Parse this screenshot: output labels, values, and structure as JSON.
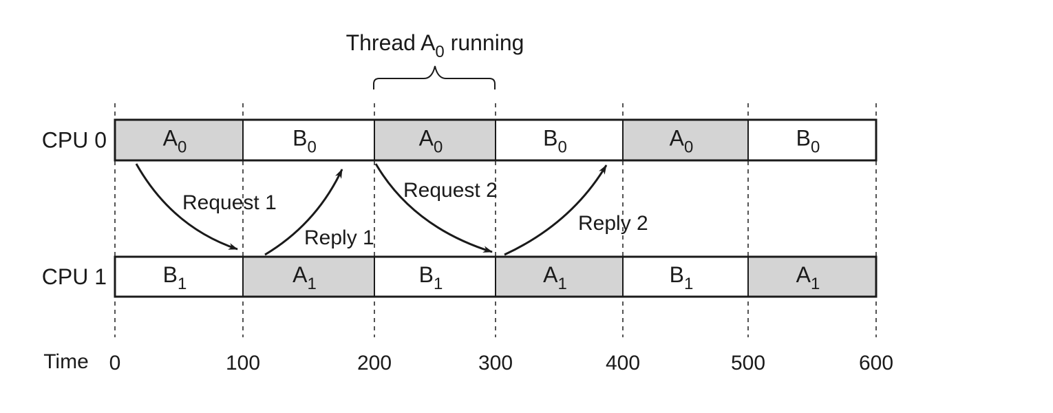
{
  "brace_label": {
    "prefix": "Thread A",
    "subscript": "0",
    "suffix": " running"
  },
  "rows": [
    {
      "label": "CPU 0",
      "blocks": [
        {
          "main": "A",
          "sub": "0",
          "shaded": true
        },
        {
          "main": "B",
          "sub": "0",
          "shaded": false
        },
        {
          "main": "A",
          "sub": "0",
          "shaded": true
        },
        {
          "main": "B",
          "sub": "0",
          "shaded": false
        },
        {
          "main": "A",
          "sub": "0",
          "shaded": true
        },
        {
          "main": "B",
          "sub": "0",
          "shaded": false
        }
      ]
    },
    {
      "label": "CPU 1",
      "blocks": [
        {
          "main": "B",
          "sub": "1",
          "shaded": false
        },
        {
          "main": "A",
          "sub": "1",
          "shaded": true
        },
        {
          "main": "B",
          "sub": "1",
          "shaded": false
        },
        {
          "main": "A",
          "sub": "1",
          "shaded": true
        },
        {
          "main": "B",
          "sub": "1",
          "shaded": false
        },
        {
          "main": "A",
          "sub": "1",
          "shaded": true
        }
      ]
    }
  ],
  "arrows": [
    {
      "label": "Request 1",
      "direction": "down"
    },
    {
      "label": "Reply 1",
      "direction": "up"
    },
    {
      "label": "Request 2",
      "direction": "down"
    },
    {
      "label": "Reply 2",
      "direction": "up"
    }
  ],
  "time_axis": {
    "label": "Time",
    "ticks": [
      "0",
      "100",
      "200",
      "300",
      "400",
      "500",
      "600"
    ]
  },
  "colors": {
    "shaded": "#d4d4d4",
    "unshaded": "#ffffff",
    "line": "#1a1a1a"
  }
}
